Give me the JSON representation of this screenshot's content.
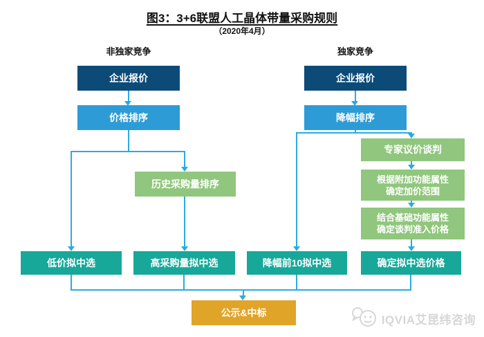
{
  "title": "图3：3+6联盟人工晶体带量采购规则",
  "subtitle": "（2020年4月）",
  "branches": {
    "left_label": "非独家竞争",
    "right_label": "独家竞争"
  },
  "nodes": {
    "left_quote": "企业报价",
    "price_sort": "价格排序",
    "history_sort": "历史采购量排序",
    "low_price_win": "低价拟中选",
    "high_volume_win": "高采购量拟中选",
    "right_quote": "企业报价",
    "reduction_sort": "降幅排序",
    "expert_negotiation": "专家议价谈判",
    "addon_line1": "根据附加功能属性",
    "addon_line2": "确定加价范围",
    "base_line1": "结合基础功能属性",
    "base_line2": "确定谈判准入价格",
    "top10_win": "降幅前10拟中选",
    "confirm_price": "确定拟中选价格",
    "publish_win": "公示&中标"
  },
  "watermark": {
    "text": "IQVIA艾昆纬咨询",
    "icon": "wechat-icon"
  },
  "colors": {
    "dark_blue": "#0C4B78",
    "mid_blue": "#2D9CD6",
    "green": "#90C67D",
    "teal": "#17A89A",
    "gold": "#DFA428",
    "connector_blue": "#29ABE2",
    "watermark_gray": "#D6D6D6"
  }
}
